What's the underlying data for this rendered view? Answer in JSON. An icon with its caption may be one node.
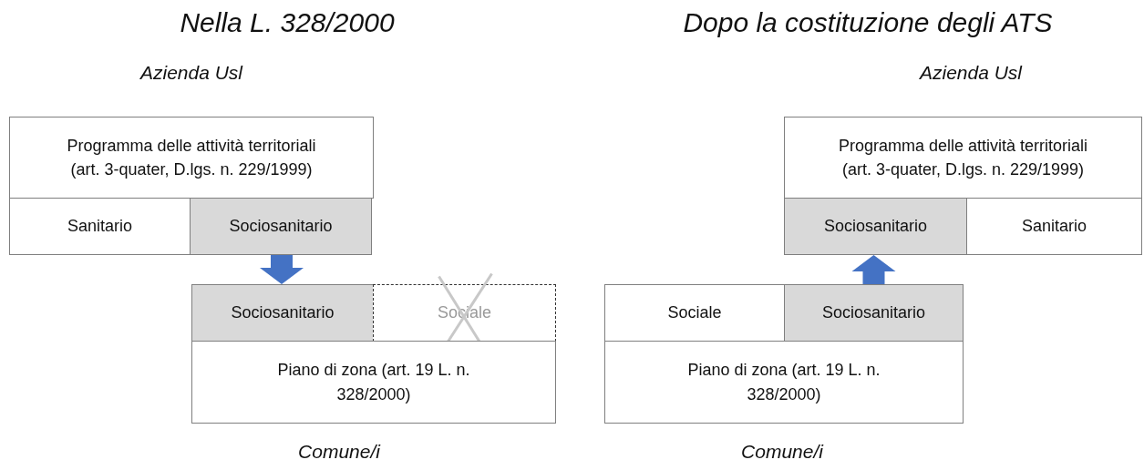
{
  "diagram": {
    "nodes": [
      {
        "text": [
          "Programma delle attività territoriali (art. 3-quater, D.lgs. n. 229/1999)"
        ]
      },
      {
        "text": [
          "Sanitario"
        ]
      },
      {
        "text": [
          "Sociosanitario"
        ]
      },
      {
        "text": [
          "Sociosanitario"
        ]
      },
      {
        "text": [
          "Sociale"
        ]
      },
      {
        "text": [
          "Piano di zona (art. 19 L. n. 328/2000)"
        ]
      },
      {
        "text": [
          "Programma delle attività territoriali (art. 3-quater, D.lgs. n. 229/1999)"
        ]
      },
      {
        "text": [
          "Sociosanitario"
        ]
      },
      {
        "text": [
          "Sanitario"
        ]
      },
      {
        "text": [
          "Sociale"
        ]
      },
      {
        "text": [
          "Sociosanitario"
        ]
      },
      {
        "text": [
          "Piano di zona (art. 19 L. n. 328/2000)"
        ]
      }
    ],
    "edges": [
      {
        "from": 2,
        "to": 3,
        "arrow": "to"
      },
      {
        "from": 10,
        "to": 7,
        "arrow": "to"
      }
    ],
    "labels": [
      "Nella L. 328/2000",
      "Dopo la costituzione degli ATS",
      "Azienda Usl",
      "Azienda Usl",
      "Comune/i",
      "Comune/i"
    ]
  }
}
